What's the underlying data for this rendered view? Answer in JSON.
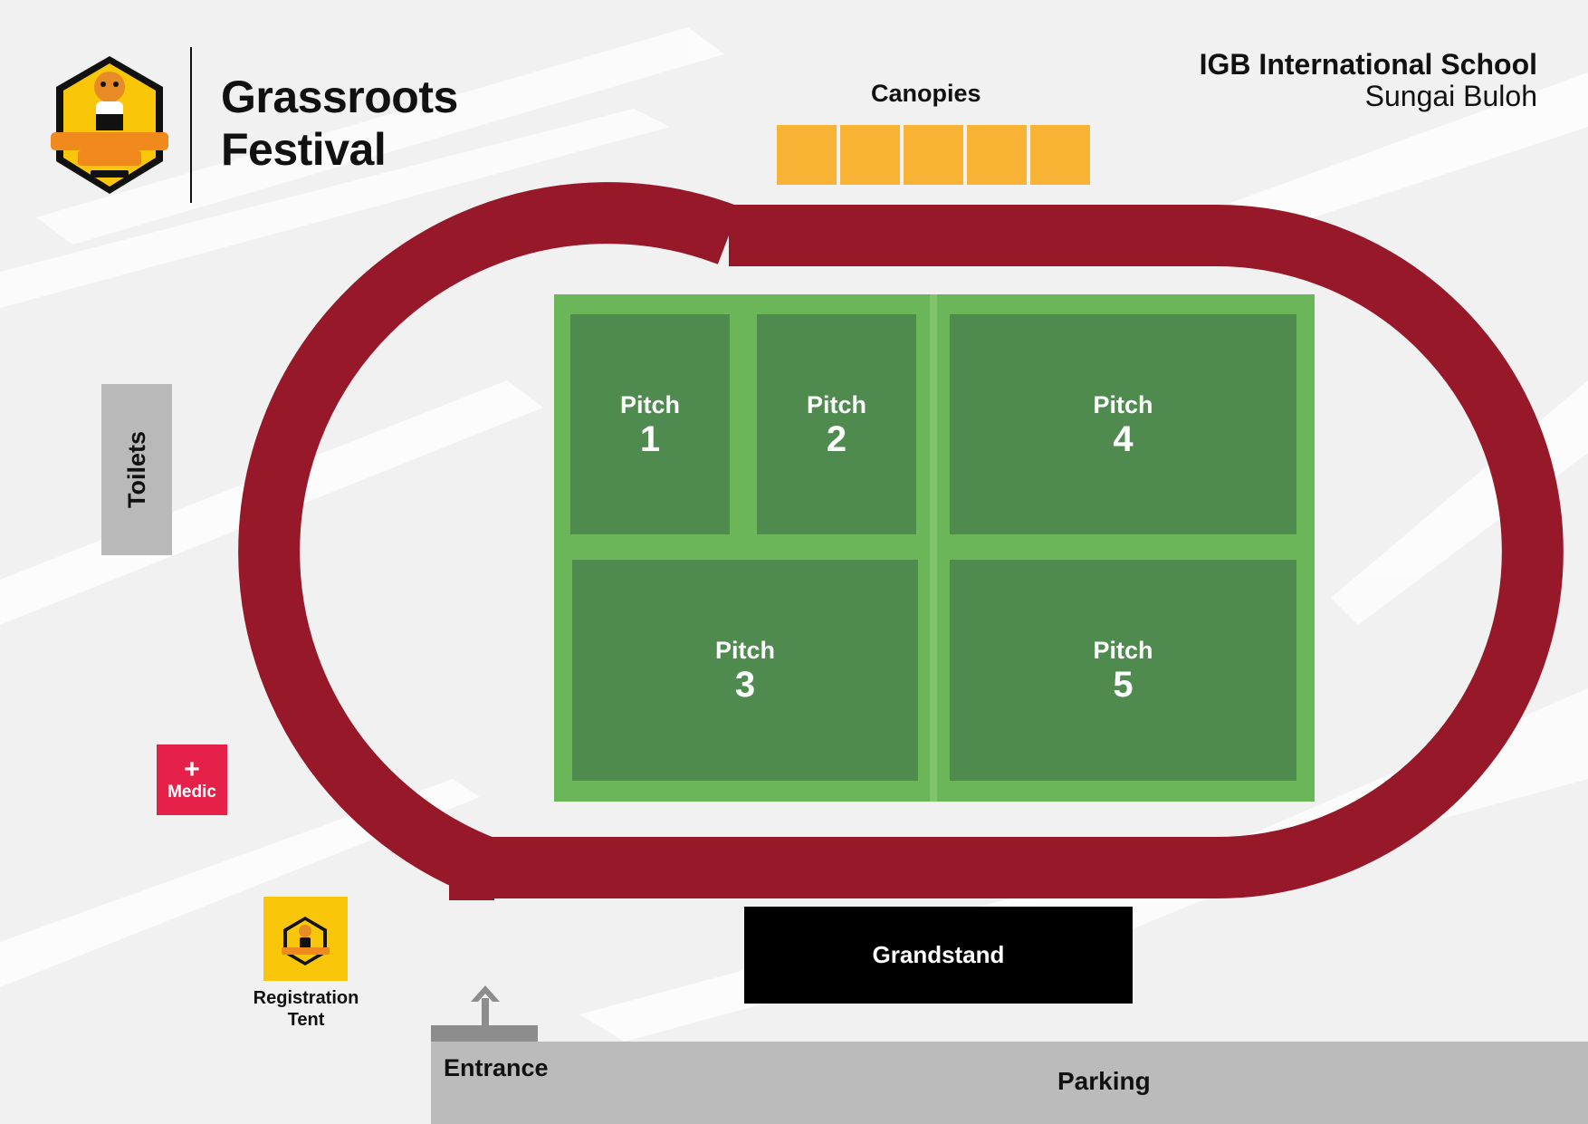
{
  "header": {
    "title_line1": "Grassroots",
    "title_line2": "Festival",
    "school_name": "IGB International School",
    "school_location": "Sungai Buloh",
    "logo_label": "SupaRimau Boost Malaysia mascot logo"
  },
  "canopies": {
    "label": "Canopies",
    "count": 5,
    "color": "#f8b334"
  },
  "pitches": [
    {
      "label": "Pitch",
      "number": "1"
    },
    {
      "label": "Pitch",
      "number": "2"
    },
    {
      "label": "Pitch",
      "number": "4"
    },
    {
      "label": "Pitch",
      "number": "3"
    },
    {
      "label": "Pitch",
      "number": "5"
    }
  ],
  "facilities": {
    "toilets": "Toilets",
    "medic": "Medic",
    "medic_symbol": "+",
    "registration_line1": "Registration",
    "registration_line2": "Tent",
    "grandstand": "Grandstand",
    "entrance": "Entrance",
    "parking": "Parking"
  },
  "colors": {
    "track": "#971829",
    "field_outer": "#6ab659",
    "pitch": "#4f8b4f",
    "medic": "#e5214a",
    "registration": "#f9c60a",
    "grandstand": "#000000",
    "parking": "#bbbbbb",
    "toilets": "#b9b9b9"
  },
  "icons": [
    "mascot-logo-icon",
    "medic-cross-icon",
    "entrance-arrow-icon"
  ]
}
